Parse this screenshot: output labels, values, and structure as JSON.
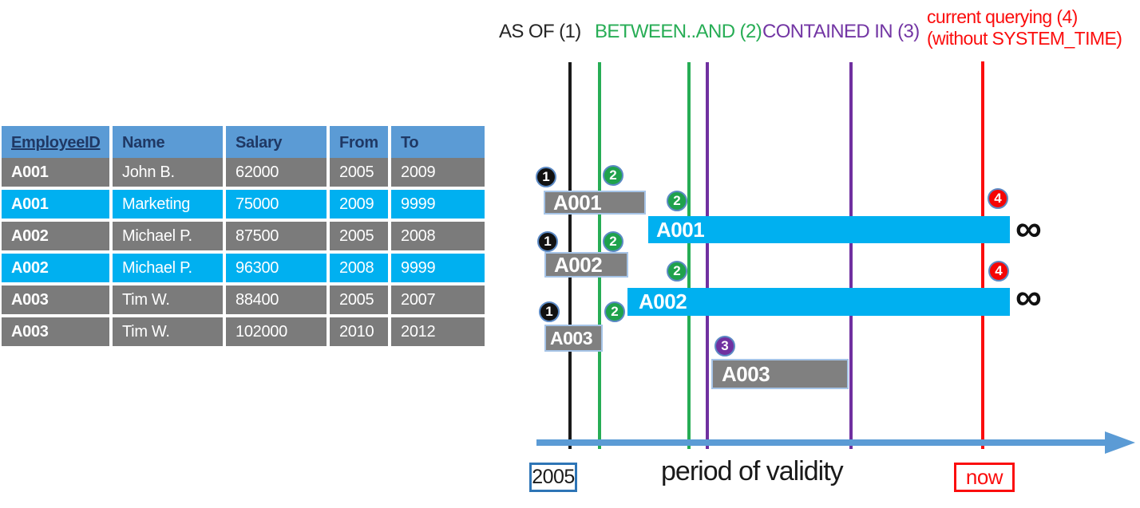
{
  "table": {
    "headers": [
      "EmployeeID",
      "Name",
      "Salary",
      "From",
      "To"
    ],
    "rows": [
      {
        "variant": "gray",
        "cells": [
          "A001",
          "John B.",
          "62000",
          "2005",
          "2009"
        ]
      },
      {
        "variant": "cyan",
        "cells": [
          "A001",
          "Marketing",
          "75000",
          "2009",
          "9999"
        ]
      },
      {
        "variant": "gray",
        "cells": [
          "A002",
          "Michael P.",
          "87500",
          "2005",
          "2008"
        ]
      },
      {
        "variant": "cyan",
        "cells": [
          "A002",
          "Michael P.",
          "96300",
          "2008",
          "9999"
        ]
      },
      {
        "variant": "gray",
        "cells": [
          "A003",
          "Tim W.",
          "88400",
          "2005",
          "2007"
        ]
      },
      {
        "variant": "gray",
        "cells": [
          "A003",
          "Tim W.",
          "102000",
          "2010",
          "2012"
        ]
      }
    ]
  },
  "legend": {
    "as_of": "AS OF (1)",
    "between_and": "BETWEEN..AND (2)",
    "contained_in": "CONTAINED IN (3)",
    "current_querying_line1": "current querying (4)",
    "current_querying_line2": "(without SYSTEM_TIME)"
  },
  "timeline": {
    "lines": [
      {
        "name": "as-of-line",
        "color": "black"
      },
      {
        "name": "between-start-line",
        "color": "green"
      },
      {
        "name": "between-end-line",
        "color": "green"
      },
      {
        "name": "contained-start-line",
        "color": "purple"
      },
      {
        "name": "contained-end-line",
        "color": "purple"
      },
      {
        "name": "now-line",
        "color": "red"
      }
    ],
    "bars": [
      {
        "label": "A001",
        "variant": "gray"
      },
      {
        "label": "A001",
        "variant": "cyan",
        "open_ended": true
      },
      {
        "label": "A002",
        "variant": "gray"
      },
      {
        "label": "A002",
        "variant": "cyan",
        "open_ended": true
      },
      {
        "label": "A003",
        "variant": "gray"
      },
      {
        "label": "A003",
        "variant": "gray"
      }
    ],
    "badges": [
      {
        "n": "1",
        "color": "black"
      },
      {
        "n": "2",
        "color": "green"
      },
      {
        "n": "2",
        "color": "green"
      },
      {
        "n": "1",
        "color": "black"
      },
      {
        "n": "2",
        "color": "green"
      },
      {
        "n": "2",
        "color": "green"
      },
      {
        "n": "1",
        "color": "black"
      },
      {
        "n": "2",
        "color": "green"
      },
      {
        "n": "3",
        "color": "purple"
      },
      {
        "n": "4",
        "color": "red"
      },
      {
        "n": "4",
        "color": "red"
      }
    ],
    "infinity_symbol": "∞",
    "start_label": "2005",
    "axis_title": "period of validity",
    "now_label": "now"
  },
  "colors": {
    "header_blue": "#5B9BD5",
    "row_gray": "#7B7B7B",
    "row_cyan": "#00B0F0",
    "navy_text": "#1F3864",
    "green": "#27AD55",
    "purple": "#7030A0",
    "red": "#FB0D0D",
    "axis_blue": "#5B9BD5"
  }
}
